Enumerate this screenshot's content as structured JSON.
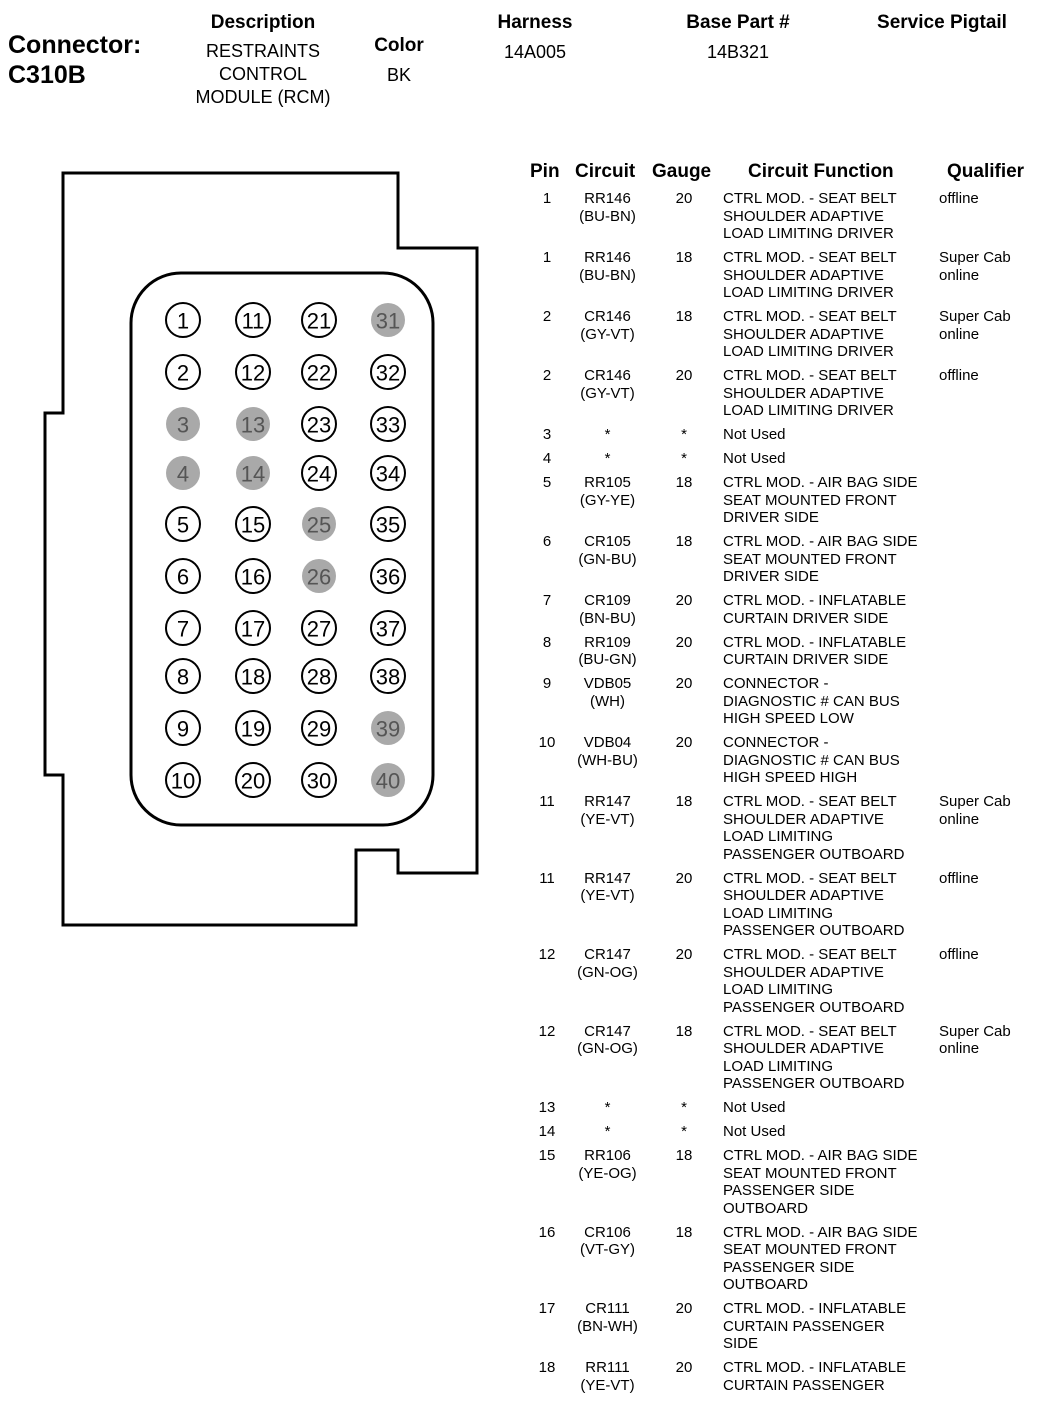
{
  "header": {
    "connector_label": "Connector:",
    "connector_id": "C310B",
    "description_head": "Description",
    "description_lines": [
      "RESTRAINTS",
      "CONTROL",
      "MODULE (RCM)"
    ],
    "color_head": "Color",
    "color_value": "BK",
    "harness_head": "Harness",
    "harness_value": "14A005",
    "base_part_head": "Base Part #",
    "base_part_value": "14B321",
    "service_pigtail_head": "Service Pigtail"
  },
  "connector_face": {
    "pins": [
      "1",
      "2",
      "3",
      "4",
      "5",
      "6",
      "7",
      "8",
      "9",
      "10",
      "11",
      "12",
      "13",
      "14",
      "15",
      "16",
      "17",
      "18",
      "19",
      "20",
      "21",
      "22",
      "23",
      "24",
      "25",
      "26",
      "27",
      "28",
      "29",
      "30",
      "31",
      "32",
      "33",
      "34",
      "35",
      "36",
      "37",
      "38",
      "39",
      "40"
    ],
    "unused_pins": [
      "3",
      "4",
      "13",
      "14",
      "25",
      "26",
      "31",
      "39",
      "40"
    ],
    "colors": {
      "used_fill": "#ffffff",
      "unused_fill": "#a9a9a9"
    }
  },
  "table": {
    "headers": {
      "pin": "Pin",
      "circuit": "Circuit",
      "gauge": "Gauge",
      "function": "Circuit Function",
      "qualifier": "Qualifier"
    },
    "rows": [
      {
        "pin": "1",
        "circuit": "RR146\n(BU-BN)",
        "gauge": "20",
        "function": "CTRL MOD. - SEAT BELT\nSHOULDER ADAPTIVE\nLOAD LIMITING DRIVER",
        "qualifier": "offline",
        "lines": 3
      },
      {
        "pin": "1",
        "circuit": "RR146\n(BU-BN)",
        "gauge": "18",
        "function": "CTRL MOD. - SEAT BELT\nSHOULDER ADAPTIVE\nLOAD LIMITING DRIVER",
        "qualifier": "Super Cab\nonline",
        "lines": 3
      },
      {
        "pin": "2",
        "circuit": "CR146\n(GY-VT)",
        "gauge": "18",
        "function": "CTRL MOD. - SEAT BELT\nSHOULDER ADAPTIVE\nLOAD LIMITING DRIVER",
        "qualifier": "Super Cab\nonline",
        "lines": 3
      },
      {
        "pin": "2",
        "circuit": "CR146\n(GY-VT)",
        "gauge": "20",
        "function": "CTRL MOD. - SEAT BELT\nSHOULDER ADAPTIVE\nLOAD LIMITING DRIVER",
        "qualifier": "offline",
        "lines": 3
      },
      {
        "pin": "3",
        "circuit": "*",
        "gauge": "*",
        "function": "Not Used",
        "qualifier": "",
        "lines": 1
      },
      {
        "pin": "4",
        "circuit": "*",
        "gauge": "*",
        "function": "Not Used",
        "qualifier": "",
        "lines": 1
      },
      {
        "pin": "5",
        "circuit": "RR105\n(GY-YE)",
        "gauge": "18",
        "function": "CTRL MOD. - AIR BAG SIDE\nSEAT MOUNTED FRONT\nDRIVER SIDE",
        "qualifier": "",
        "lines": 3
      },
      {
        "pin": "6",
        "circuit": "CR105\n(GN-BU)",
        "gauge": "18",
        "function": "CTRL MOD. - AIR BAG SIDE\nSEAT MOUNTED FRONT\nDRIVER SIDE",
        "qualifier": "",
        "lines": 3
      },
      {
        "pin": "7",
        "circuit": "CR109\n(BN-BU)",
        "gauge": "20",
        "function": "CTRL MOD. - INFLATABLE\nCURTAIN DRIVER SIDE",
        "qualifier": "",
        "lines": 2
      },
      {
        "pin": "8",
        "circuit": "RR109\n(BU-GN)",
        "gauge": "20",
        "function": "CTRL MOD. - INFLATABLE\nCURTAIN DRIVER SIDE",
        "qualifier": "",
        "lines": 2
      },
      {
        "pin": "9",
        "circuit": "VDB05\n(WH)",
        "gauge": "20",
        "function": "CONNECTOR -\nDIAGNOSTIC # CAN BUS\nHIGH SPEED LOW",
        "qualifier": "",
        "lines": 3
      },
      {
        "pin": "10",
        "circuit": "VDB04\n(WH-BU)",
        "gauge": "20",
        "function": "CONNECTOR -\nDIAGNOSTIC # CAN BUS\nHIGH SPEED HIGH",
        "qualifier": "",
        "lines": 3
      },
      {
        "pin": "11",
        "circuit": "RR147\n(YE-VT)",
        "gauge": "18",
        "function": "CTRL MOD. - SEAT BELT\nSHOULDER ADAPTIVE\nLOAD LIMITING\nPASSENGER OUTBOARD",
        "qualifier": "Super Cab\nonline",
        "lines": 4
      },
      {
        "pin": "11",
        "circuit": "RR147\n(YE-VT)",
        "gauge": "20",
        "function": "CTRL MOD. - SEAT BELT\nSHOULDER ADAPTIVE\nLOAD LIMITING\nPASSENGER OUTBOARD",
        "qualifier": "offline",
        "lines": 4
      },
      {
        "pin": "12",
        "circuit": "CR147\n(GN-OG)",
        "gauge": "20",
        "function": "CTRL MOD. - SEAT BELT\nSHOULDER ADAPTIVE\nLOAD LIMITING\nPASSENGER OUTBOARD",
        "qualifier": "offline",
        "lines": 4
      },
      {
        "pin": "12",
        "circuit": "CR147\n(GN-OG)",
        "gauge": "18",
        "function": "CTRL MOD. - SEAT BELT\nSHOULDER ADAPTIVE\nLOAD LIMITING\nPASSENGER OUTBOARD",
        "qualifier": "Super Cab\nonline",
        "lines": 4
      },
      {
        "pin": "13",
        "circuit": "*",
        "gauge": "*",
        "function": "Not Used",
        "qualifier": "",
        "lines": 1
      },
      {
        "pin": "14",
        "circuit": "*",
        "gauge": "*",
        "function": "Not Used",
        "qualifier": "",
        "lines": 1
      },
      {
        "pin": "15",
        "circuit": "RR106\n(YE-OG)",
        "gauge": "18",
        "function": "CTRL MOD. - AIR BAG SIDE\nSEAT MOUNTED FRONT\nPASSENGER SIDE\nOUTBOARD",
        "qualifier": "",
        "lines": 4
      },
      {
        "pin": "16",
        "circuit": "CR106\n(VT-GY)",
        "gauge": "18",
        "function": "CTRL MOD. - AIR BAG SIDE\nSEAT MOUNTED FRONT\nPASSENGER SIDE\nOUTBOARD",
        "qualifier": "",
        "lines": 4
      },
      {
        "pin": "17",
        "circuit": "CR111\n(BN-WH)",
        "gauge": "20",
        "function": "CTRL MOD. - INFLATABLE\nCURTAIN PASSENGER\nSIDE",
        "qualifier": "",
        "lines": 3
      },
      {
        "pin": "18",
        "circuit": "RR111\n(YE-VT)",
        "gauge": "20",
        "function": "CTRL MOD. - INFLATABLE\nCURTAIN PASSENGER",
        "qualifier": "",
        "lines": 2
      }
    ]
  }
}
